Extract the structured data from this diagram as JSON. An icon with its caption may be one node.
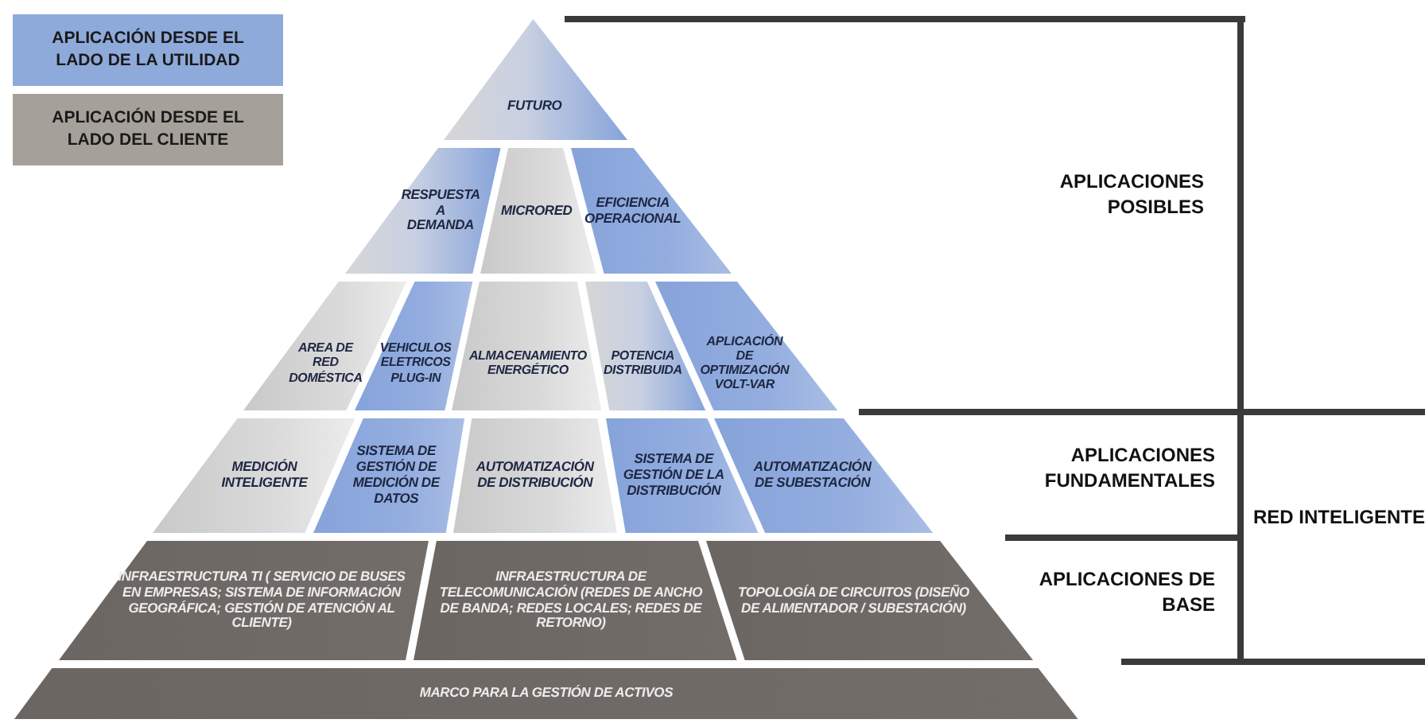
{
  "diagram": {
    "nodes": [
      {
        "text": [
          "FUTURO"
        ]
      },
      {
        "text": [
          "RESPUESTA A DEMANDA"
        ]
      },
      {
        "text": [
          "MICRORED"
        ]
      },
      {
        "text": [
          "EFICIENCIA OPERACIONAL"
        ]
      },
      {
        "text": [
          "AREA DE RED DOMÉSTICA"
        ]
      },
      {
        "text": [
          "VEHICULOS ELETRICOS PLUG-IN"
        ]
      },
      {
        "text": [
          "ALMACENAMIENTO ENERGÉTICO"
        ]
      },
      {
        "text": [
          "POTENCIA DISTRIBUIDA"
        ]
      },
      {
        "text": [
          "APLICACIÓN DE OPTIMIZACIÓN VOLT-VAR"
        ]
      },
      {
        "text": [
          "MEDICIÓN INTELIGENTE"
        ]
      },
      {
        "text": [
          "SISTEMA DE GESTIÓN DE MEDICIÓN DE DATOS"
        ]
      },
      {
        "text": [
          "AUTOMATIZACIÓN DE DISTRIBUCIÓN"
        ]
      },
      {
        "text": [
          "SISTEMA DE GESTIÓN DE LA DISTRIBUCIÓN"
        ]
      },
      {
        "text": [
          "AUTOMATIZACIÓN DE SUBESTACIÓN"
        ]
      },
      {
        "text": [
          "INFRAESTRUCTURA TI ( SERVICIO DE BUSES EN EMPRESAS; SISTEMA DE INFORMACIÓN GEOGRÁFICA; GESTIÓN DE ATENCIÓN AL CLIENTE)"
        ]
      },
      {
        "text": [
          "INFRAESTRUCTURA DE TELECOMUNICACIÓN (REDES DE ANCHO DE BANDA; REDES LOCALES; REDES DE RETORNO)"
        ]
      },
      {
        "text": [
          "TOPOLOGÍA DE CIRCUITOS (DISEÑO DE ALIMENTADOR / SUBESTACIÓN)"
        ]
      },
      {
        "text": [
          "MARCO PARA LA GESTIÓN DE ACTIVOS"
        ]
      }
    ],
    "labels": [
      "APLICACIONES POSIBLES",
      "APLICACIONES FUNDAMENTALES",
      "APLICACIONES DE BASE",
      "RED INTELIGENTE"
    ],
    "legend": [
      {
        "text": "APLICACIÓN DESDE EL LADO DE LA UTILIDAD",
        "color": "#8eaadb"
      },
      {
        "text": "APLICACIÓN DESDE EL LADO DEL CLIENTE",
        "color": "#a6a09b"
      }
    ]
  }
}
